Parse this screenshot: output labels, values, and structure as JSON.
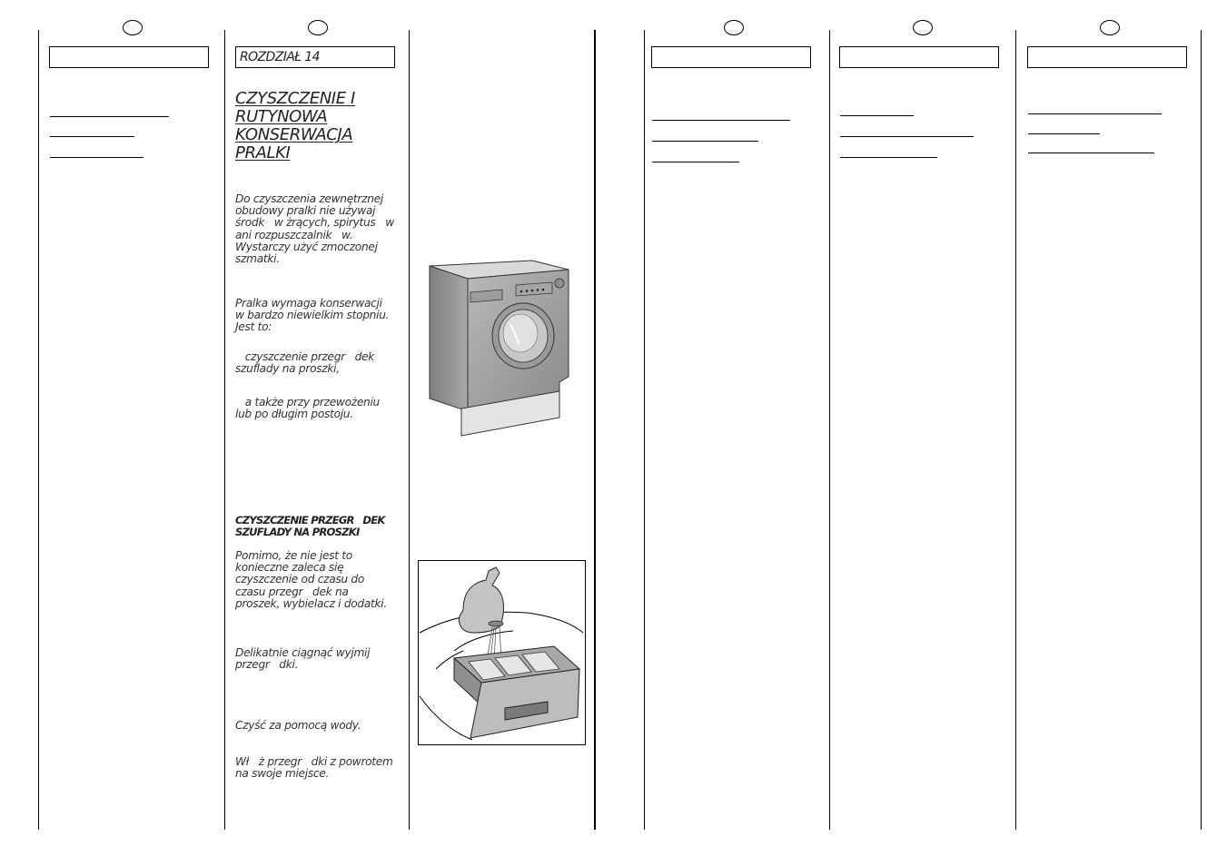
{
  "chapter": {
    "heading": "ROZDZIAŁ 14",
    "title_lines": [
      "CZYSZCZENIE I",
      "RUTYNOWA",
      "KONSERWACJA",
      "PRALKI"
    ]
  },
  "paragraphs": {
    "intro": [
      "Do czyszczenia zewnętrznej",
      "obudowy pralki nie używaj",
      "środk   w żrących, spirytus   w",
      "ani rozpuszczalnik   w.",
      "Wystarczy użyć zmoczonej",
      "szmatki."
    ],
    "maintenance": [
      "Pralka wymaga konserwacji",
      "w bardzo niewielkim stopniu.",
      "Jest to:"
    ],
    "bullet1": [
      "   czyszczenie przegr   dek",
      "szuflady na proszki,"
    ],
    "bullet2": [
      "   a także przy przewożeniu",
      "lub po długim postoju."
    ]
  },
  "section": {
    "heading_lines": [
      "CZYSZCZENIE PRZEGR   DEK",
      "SZUFLADY NA PROSZKI"
    ],
    "p1": [
      "Pomimo, że nie jest to",
      "konieczne zaleca się",
      "czyszczenie od czasu do",
      "czasu przegr   dek na",
      "proszek, wybielacz i dodatki."
    ],
    "p2": [
      "Delikatnie ciągnąć wyjmij",
      "przegr   dki."
    ],
    "p3": [
      "Czyść za pomocą wody."
    ],
    "p4": [
      "Wł   ż przegr   dki z powrotem",
      "na swoje miejsce."
    ]
  },
  "colors": {
    "line": "#000000",
    "text": "#333333",
    "machine": "#9a9a9a"
  },
  "figures": [
    "washing-machine-illustration",
    "detergent-drawer-under-tap-illustration"
  ]
}
